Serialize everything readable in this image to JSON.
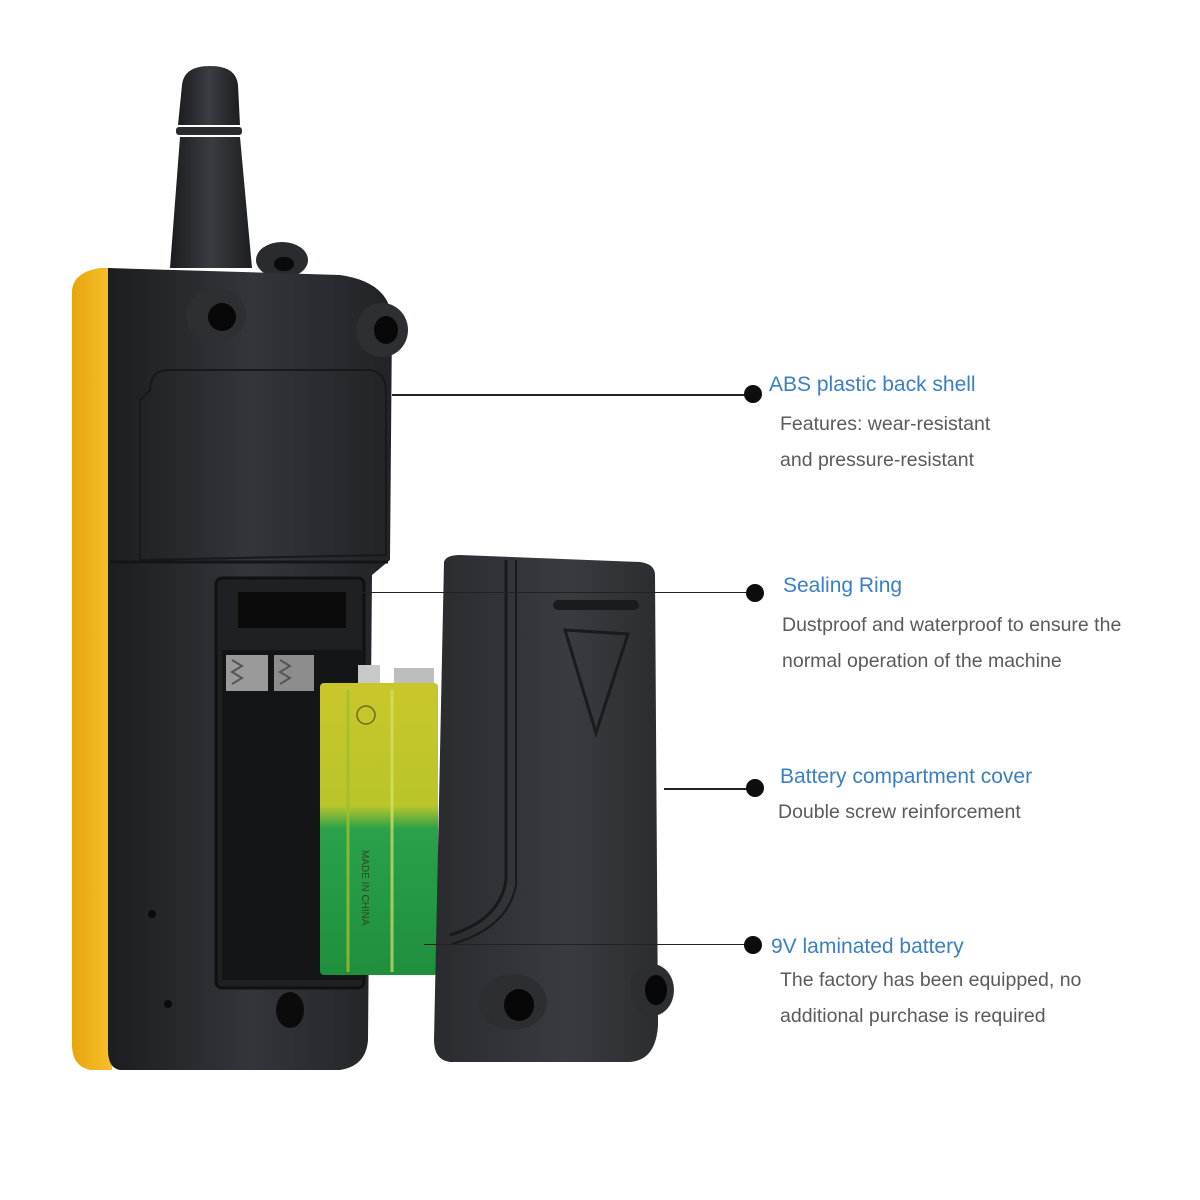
{
  "image": {
    "subject": "Handheld remote transmitter, back view with battery compartment open",
    "colors": {
      "body": "#2a2b2e",
      "accent_side": "#f2b51a",
      "title_text": "#3a7fc4",
      "desc_text": "#5a5a5a",
      "battery_top": "#c9c62a",
      "battery_bottom": "#2aa14a"
    }
  },
  "callouts": [
    {
      "title": "ABS plastic back shell",
      "desc": [
        "Features: wear-resistant",
        "and pressure-resistant"
      ]
    },
    {
      "title": "Sealing Ring",
      "desc": [
        "Dustproof and waterproof to ensure the",
        "normal operation of the machine"
      ]
    },
    {
      "title": "Battery compartment cover",
      "desc": [
        "Double screw reinforcement"
      ]
    },
    {
      "title": "9V laminated battery",
      "desc": [
        "The factory has been equipped, no",
        "additional purchase is required"
      ]
    }
  ],
  "battery": {
    "label": "MADE IN CHINA",
    "type": "9V"
  }
}
